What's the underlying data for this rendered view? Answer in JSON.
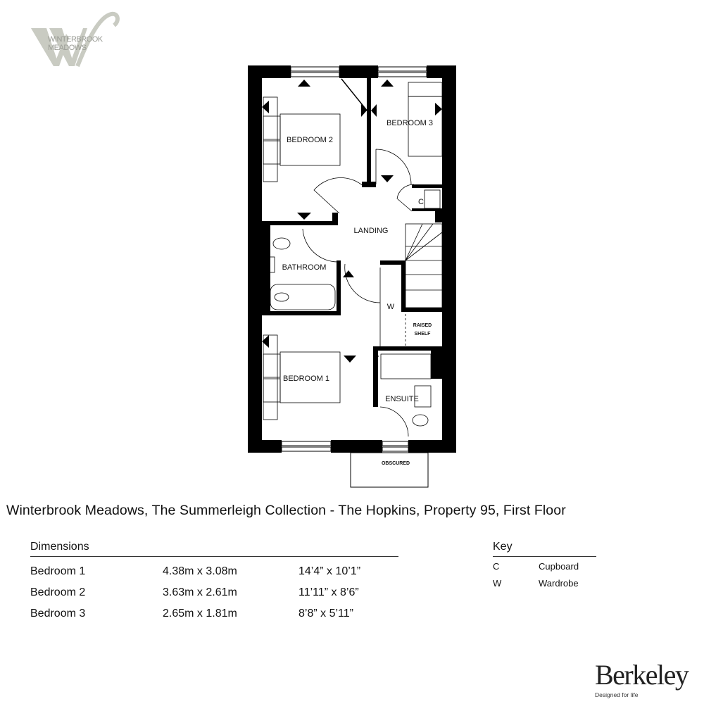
{
  "logo": {
    "letter": "W",
    "text_line1": "WINTERBROOK",
    "text_line2": "MEADOWS"
  },
  "rooms": {
    "bedroom2": "BEDROOM 2",
    "bedroom3": "BEDROOM 3",
    "cupboard": "C",
    "landing": "LANDING",
    "bathroom": "BATHROOM",
    "wardrobe": "W",
    "raised_shelf_1": "RAISED",
    "raised_shelf_2": "SHELF",
    "bedroom1": "BEDROOM 1",
    "ensuite": "ENSUITE",
    "obscured": "OBSCURED"
  },
  "title": "Winterbrook Meadows, The Summerleigh Collection - The Hopkins, Property 95, First Floor",
  "dimensions": {
    "heading": "Dimensions",
    "rows": [
      {
        "room": "Bedroom 1",
        "metric": "4.38m x 3.08m",
        "imperial": "14’4” x 10’1”"
      },
      {
        "room": "Bedroom 2",
        "metric": "3.63m x 2.61m",
        "imperial": "11’11” x 8’6”"
      },
      {
        "room": "Bedroom 3",
        "metric": "2.65m x 1.81m",
        "imperial": "8’8” x 5’11”"
      }
    ]
  },
  "key": {
    "heading": "Key",
    "rows": [
      {
        "code": "C",
        "meaning": "Cupboard"
      },
      {
        "code": "W",
        "meaning": "Wardrobe"
      }
    ]
  },
  "brand": {
    "name": "Berkeley",
    "tagline": "Designed for life"
  },
  "colors": {
    "wall": "#000000",
    "logo": "#c9cbc2"
  }
}
